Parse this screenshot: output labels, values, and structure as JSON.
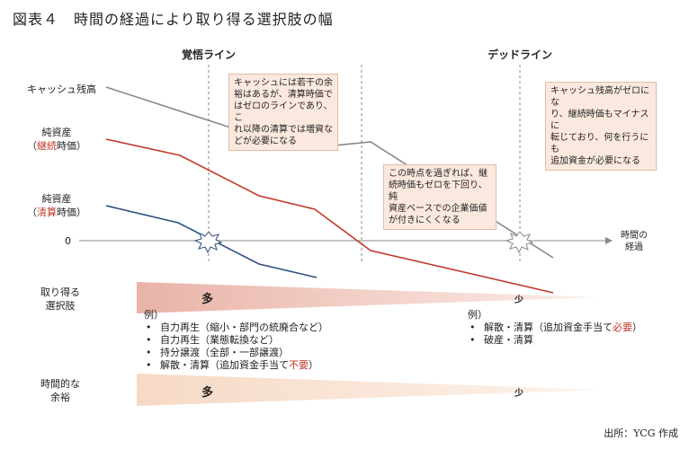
{
  "figure_title": "図表４　時間の経過により取り得る選択肢の幅",
  "lines": {
    "resolve_line": "覚悟ライン",
    "dead_line": "デッドライン"
  },
  "left_labels": {
    "cash": "キャッシュ残高",
    "net_assets_going_1": "純資産",
    "net_assets_going_2a": "（",
    "net_assets_going_2b": "継続",
    "net_assets_going_2c": "時価）",
    "net_assets_liq_1": "純資産",
    "net_assets_liq_2a": "（",
    "net_assets_liq_2b": "清算",
    "net_assets_liq_2c": "時価）",
    "zero": "0",
    "options_1": "取り得る",
    "options_2": "選択肢",
    "time_margin_1": "時間的な",
    "time_margin_2": "余裕"
  },
  "axis_label": {
    "line1": "時間の",
    "line2": "経過"
  },
  "callouts": {
    "left": [
      "キャッシュには若干の余",
      "裕はあるが、清算時価で",
      "はゼロのラインであり、こ",
      "れ以降の清算では増資な",
      "どが必要になる"
    ],
    "middle": [
      "この時点を過ぎれば、継",
      "続時価もゼロを下回り、純",
      "資産ベースでの企業価値",
      "が付きにくくなる"
    ],
    "right": [
      "キャッシュ残高がゼロにな",
      "り、継続時価もマイナスに",
      "転じており、何を行うにも",
      "追加資金が必要になる"
    ]
  },
  "options": {
    "many": "多",
    "few": "少",
    "left_example_label": "例）",
    "left_examples": [
      {
        "text": "自力再生（縮小・部門の統廃合など）",
        "em": ""
      },
      {
        "text": "自力再生（業態転換など）",
        "em": ""
      },
      {
        "text": "持分譲渡（全部・一部譲渡）",
        "em": ""
      },
      {
        "text": "解散・清算（追加資金手当て",
        "em": "不要",
        "tail": "）"
      }
    ],
    "right_example_label": "例）",
    "right_examples": [
      {
        "text": "解散・清算（追加資金手当て",
        "em": "必要",
        "tail": "）"
      },
      {
        "text": "破産・清算",
        "em": ""
      }
    ]
  },
  "time_margin": {
    "many": "多",
    "few": "少"
  },
  "source": "出所：YCG 作成",
  "colors": {
    "cash_line": "#888888",
    "going_line": "#c0392b",
    "liq_line": "#2c4f7c",
    "triangle_fill": "#f2c6b8",
    "callout_fill": "#fbe9df"
  }
}
